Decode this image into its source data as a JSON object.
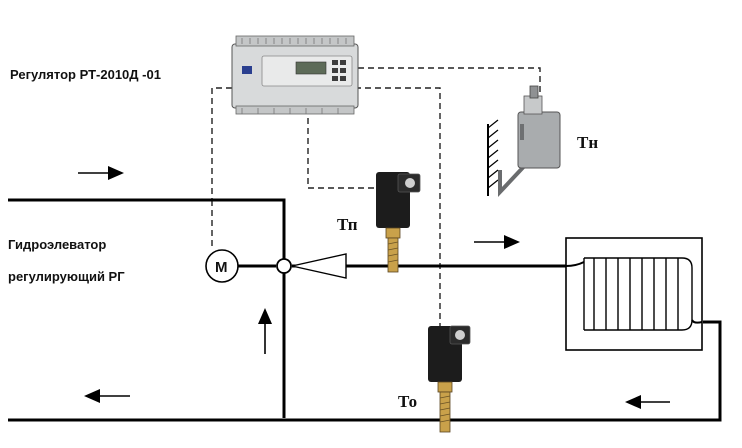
{
  "labels": {
    "regulator": "Регулятор РТ-2010Д  -01",
    "elevator_line1": "Гидроэлеватор",
    "elevator_line2": "регулирующий РГ",
    "motor_symbol": "M",
    "sensor_supply": "Тп",
    "sensor_outdoor": "Тн",
    "sensor_return": "То"
  },
  "colors": {
    "pipe": "#000000",
    "regulator_body": "#d8dadb",
    "sensor_body": "#1c1c1c",
    "outdoor_sensor_body": "#a9acae"
  }
}
